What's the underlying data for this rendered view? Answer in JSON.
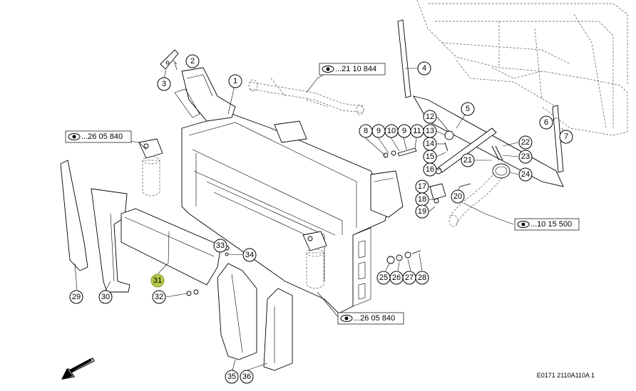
{
  "callouts": [
    {
      "id": "1",
      "label": "1"
    },
    {
      "id": "2",
      "label": "2"
    },
    {
      "id": "3",
      "label": "3"
    },
    {
      "id": "4",
      "label": "4"
    },
    {
      "id": "5",
      "label": "5"
    },
    {
      "id": "6",
      "label": "6"
    },
    {
      "id": "7",
      "label": "7"
    },
    {
      "id": "8",
      "label": "8"
    },
    {
      "id": "9a",
      "label": "9"
    },
    {
      "id": "10",
      "label": "10"
    },
    {
      "id": "9b",
      "label": "9"
    },
    {
      "id": "11",
      "label": "11"
    },
    {
      "id": "12",
      "label": "12"
    },
    {
      "id": "13",
      "label": "13"
    },
    {
      "id": "14",
      "label": "14"
    },
    {
      "id": "15",
      "label": "15"
    },
    {
      "id": "16",
      "label": "16"
    },
    {
      "id": "17",
      "label": "17"
    },
    {
      "id": "18",
      "label": "18"
    },
    {
      "id": "19",
      "label": "19"
    },
    {
      "id": "20",
      "label": "20"
    },
    {
      "id": "21",
      "label": "21"
    },
    {
      "id": "22",
      "label": "22"
    },
    {
      "id": "23",
      "label": "23"
    },
    {
      "id": "24",
      "label": "24"
    },
    {
      "id": "25",
      "label": "25"
    },
    {
      "id": "26",
      "label": "26"
    },
    {
      "id": "27",
      "label": "27"
    },
    {
      "id": "28",
      "label": "28"
    },
    {
      "id": "29",
      "label": "29"
    },
    {
      "id": "30",
      "label": "30"
    },
    {
      "id": "31",
      "label": "31",
      "highlight": true
    },
    {
      "id": "32",
      "label": "32"
    },
    {
      "id": "33",
      "label": "33"
    },
    {
      "id": "34",
      "label": "34"
    },
    {
      "id": "35",
      "label": "35"
    },
    {
      "id": "36",
      "label": "36"
    }
  ],
  "references": [
    {
      "id": "ref-21-10-844",
      "text": "...21 10 844"
    },
    {
      "id": "ref-26-05-840-top",
      "text": "...26 05 840"
    },
    {
      "id": "ref-10-15-500",
      "text": "...10 15 500"
    },
    {
      "id": "ref-26-05-840-bottom",
      "text": "...26 05 840"
    }
  ],
  "footer": {
    "drawing_code": "E0171 2110A110A 1"
  },
  "colors": {
    "highlight": "#b5c94a",
    "line": "#000000",
    "background": "#ffffff"
  },
  "icons": {
    "reference": "eye-icon",
    "direction": "arrow-down-left-icon"
  }
}
